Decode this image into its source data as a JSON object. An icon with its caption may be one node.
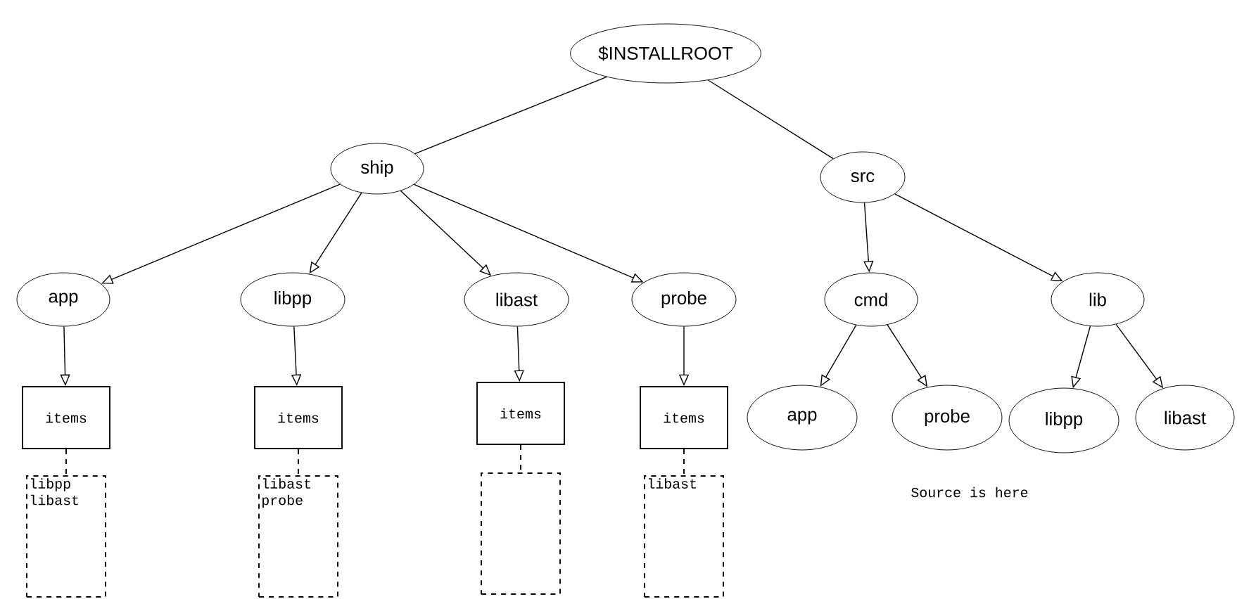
{
  "diagram": {
    "nodes": [
      {
        "text": [
          "$INSTALLROOT"
        ]
      },
      {
        "text": [
          "ship"
        ]
      },
      {
        "text": [
          "src"
        ]
      },
      {
        "text": [
          "app"
        ]
      },
      {
        "text": [
          "libpp"
        ]
      },
      {
        "text": [
          "libast"
        ]
      },
      {
        "text": [
          "probe"
        ]
      },
      {
        "text": [
          "cmd"
        ]
      },
      {
        "text": [
          "lib"
        ]
      },
      {
        "text": [
          "items"
        ]
      },
      {
        "text": [
          "items"
        ]
      },
      {
        "text": [
          "items"
        ]
      },
      {
        "text": [
          "items"
        ]
      },
      {
        "text": [
          "app"
        ]
      },
      {
        "text": [
          "probe"
        ]
      },
      {
        "text": [
          "libpp"
        ]
      },
      {
        "text": [
          "libast"
        ]
      },
      {
        "text": [
          "libpp libast"
        ]
      },
      {
        "text": [
          "libast probe"
        ]
      },
      {
        "text": [],
        "shape": "box"
      },
      {
        "text": [
          "libast"
        ]
      }
    ],
    "edges": [
      {
        "from": 0,
        "to": 1,
        "arrow": "none"
      },
      {
        "from": 0,
        "to": 2,
        "arrow": "none"
      },
      {
        "from": 1,
        "to": 3,
        "arrow": "to"
      },
      {
        "from": 1,
        "to": 4,
        "arrow": "to"
      },
      {
        "from": 1,
        "to": 5,
        "arrow": "to"
      },
      {
        "from": 1,
        "to": 6,
        "arrow": "to"
      },
      {
        "from": 2,
        "to": 7,
        "arrow": "to"
      },
      {
        "from": 2,
        "to": 8,
        "arrow": "to"
      },
      {
        "from": 3,
        "to": 9,
        "arrow": "to"
      },
      {
        "from": 4,
        "to": 10,
        "arrow": "to"
      },
      {
        "from": 5,
        "to": 11,
        "arrow": "to"
      },
      {
        "from": 6,
        "to": 12,
        "arrow": "to"
      },
      {
        "from": 7,
        "to": 13,
        "arrow": "to"
      },
      {
        "from": 7,
        "to": 14,
        "arrow": "to"
      },
      {
        "from": 8,
        "to": 15,
        "arrow": "to"
      },
      {
        "from": 8,
        "to": 16,
        "arrow": "to"
      },
      {
        "from": 9,
        "to": 17,
        "arrow": "none",
        "style": "dashed"
      },
      {
        "from": 10,
        "to": 18,
        "arrow": "none",
        "style": "dashed"
      },
      {
        "from": 11,
        "to": 19,
        "arrow": "none",
        "style": "dashed"
      },
      {
        "from": 12,
        "to": 20,
        "arrow": "none",
        "style": "dashed"
      }
    ],
    "labels": [
      "Source is here"
    ]
  }
}
